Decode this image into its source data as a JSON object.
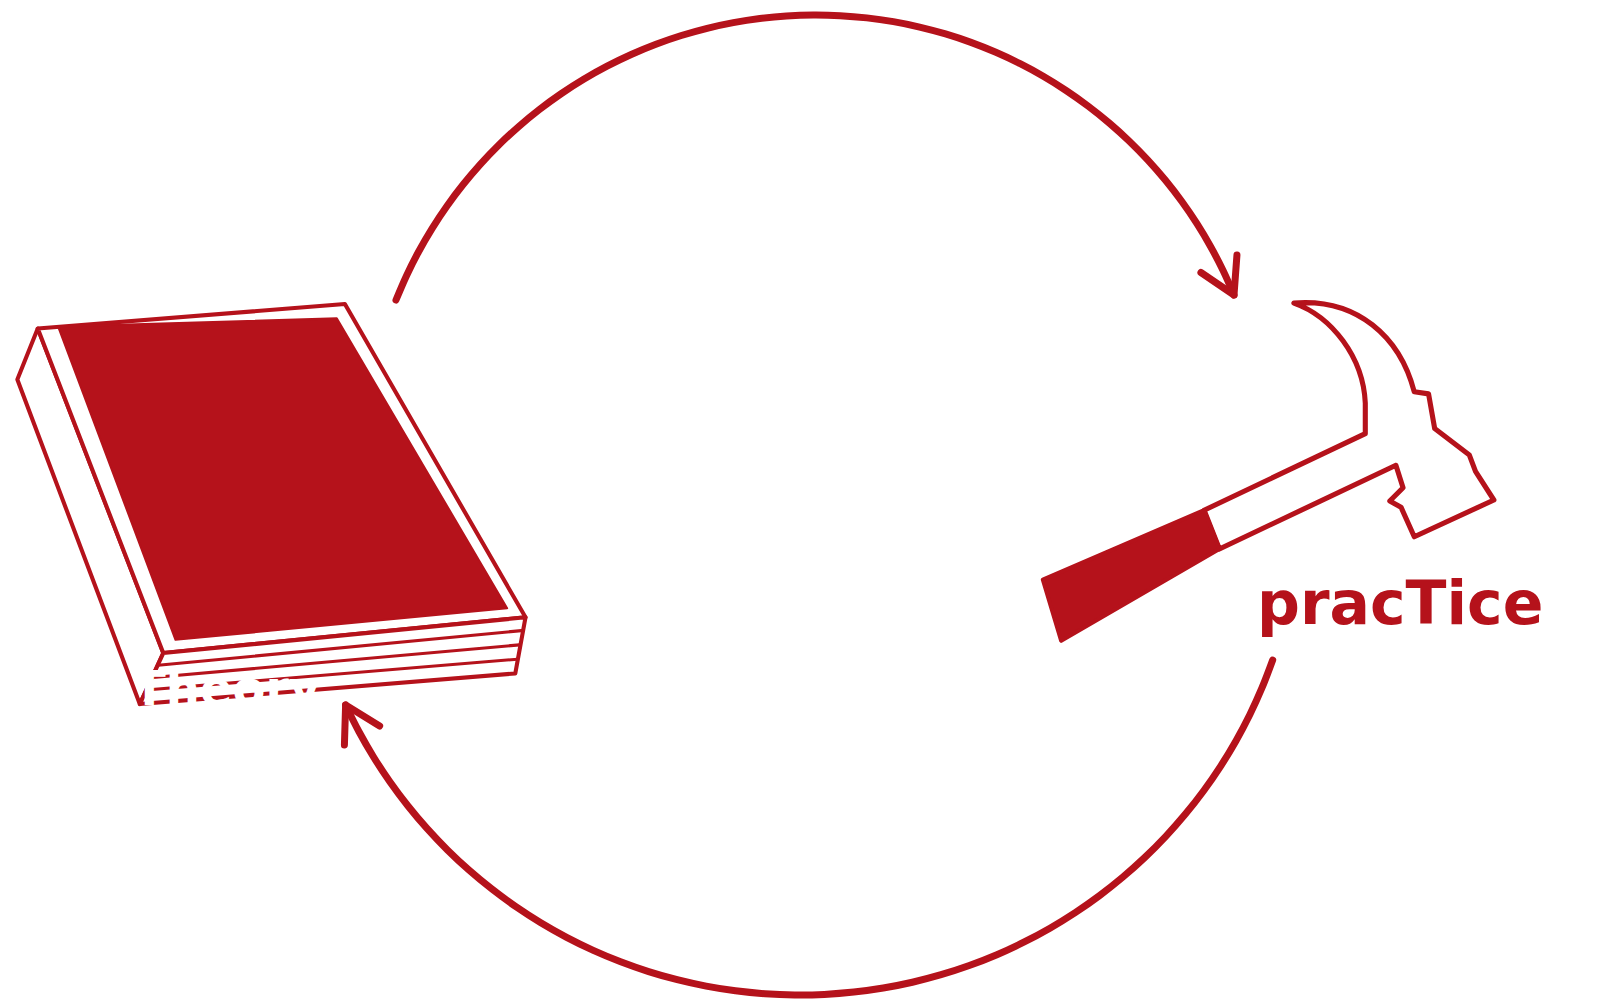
{
  "diagram": {
    "nodes": [
      {
        "text": [
          "Theory"
        ]
      },
      {
        "text": [
          "pracTice"
        ]
      }
    ],
    "edges": [
      {
        "from": 0,
        "to": 1,
        "arrow": "to"
      },
      {
        "from": 1,
        "to": 0,
        "arrow": "to"
      }
    ]
  }
}
